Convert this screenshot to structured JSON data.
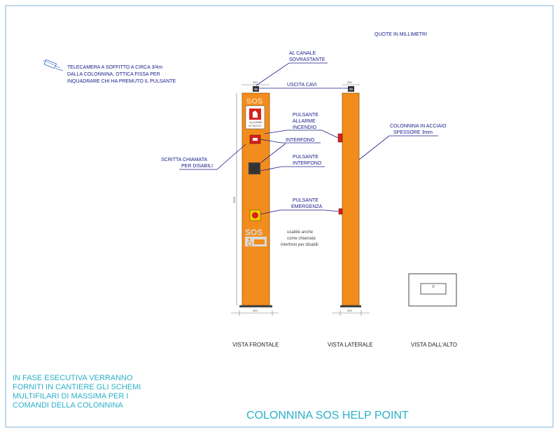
{
  "header": {
    "units_note": "QUOTE IN MILLIMETRI"
  },
  "camera": {
    "icon": "cctv-camera-icon",
    "note": [
      "TELECAMERA A SOFFITTO A CIRCA 3/4m",
      "DALLA COLONNINA, OTTICA FISSA PER",
      "INQUADRARE  CHI HA PREMUTO IL PULSANTE"
    ]
  },
  "front": {
    "sos_label": "SOS",
    "alarm_sign": [
      "ALLARME",
      "ATTACCO"
    ],
    "bottom_sos": "SOS",
    "dim_top": "200",
    "dim_width": "400",
    "dim_height": "3000"
  },
  "side": {
    "dim_top": "200",
    "dim_width": "200"
  },
  "annotations": {
    "canale": [
      "AL CANALE",
      "SOVRASTANTE"
    ],
    "uscita": "USCITA CAVI",
    "allarme": [
      "PULSANTE",
      "ALLARME",
      "INCENDIO"
    ],
    "interfono": "INTERFONO",
    "pulsante_interfono": [
      "PULSANTE",
      "INTERFONO"
    ],
    "emergenza": [
      "PULSANTE",
      "EMERGENZA"
    ],
    "usabile": [
      "usabile anche",
      "come chiamata",
      "interfono per disabili"
    ],
    "scritta": [
      "SCRITTA CHIAMATA",
      "PER DISABILI"
    ],
    "acciaio": [
      "COLONNINA IN ACCIAIO",
      "SPESSORE 3mm"
    ]
  },
  "views": {
    "front": "VISTA FRONTALE",
    "side": "VISTA LATERALE",
    "top": "VISTA DALL'ALTO"
  },
  "footer": {
    "note": [
      "IN  FASE  ESECUTIVA  VERRANNO",
      "FORNITI  IN  CANTIERE  GLI  SCHEMI",
      "MULTIFILARI  DI  MASSIMA  PER  I",
      "COMANDI  DELLA  COLONNINA"
    ],
    "title": "COLONNINA  SOS  HELP  POINT"
  },
  "colors": {
    "orange": "#f28c1c",
    "border": "#7fb4dc",
    "label": "#1a1a8c",
    "cyan_text": "#2ab0c8",
    "red": "#d8201c"
  }
}
